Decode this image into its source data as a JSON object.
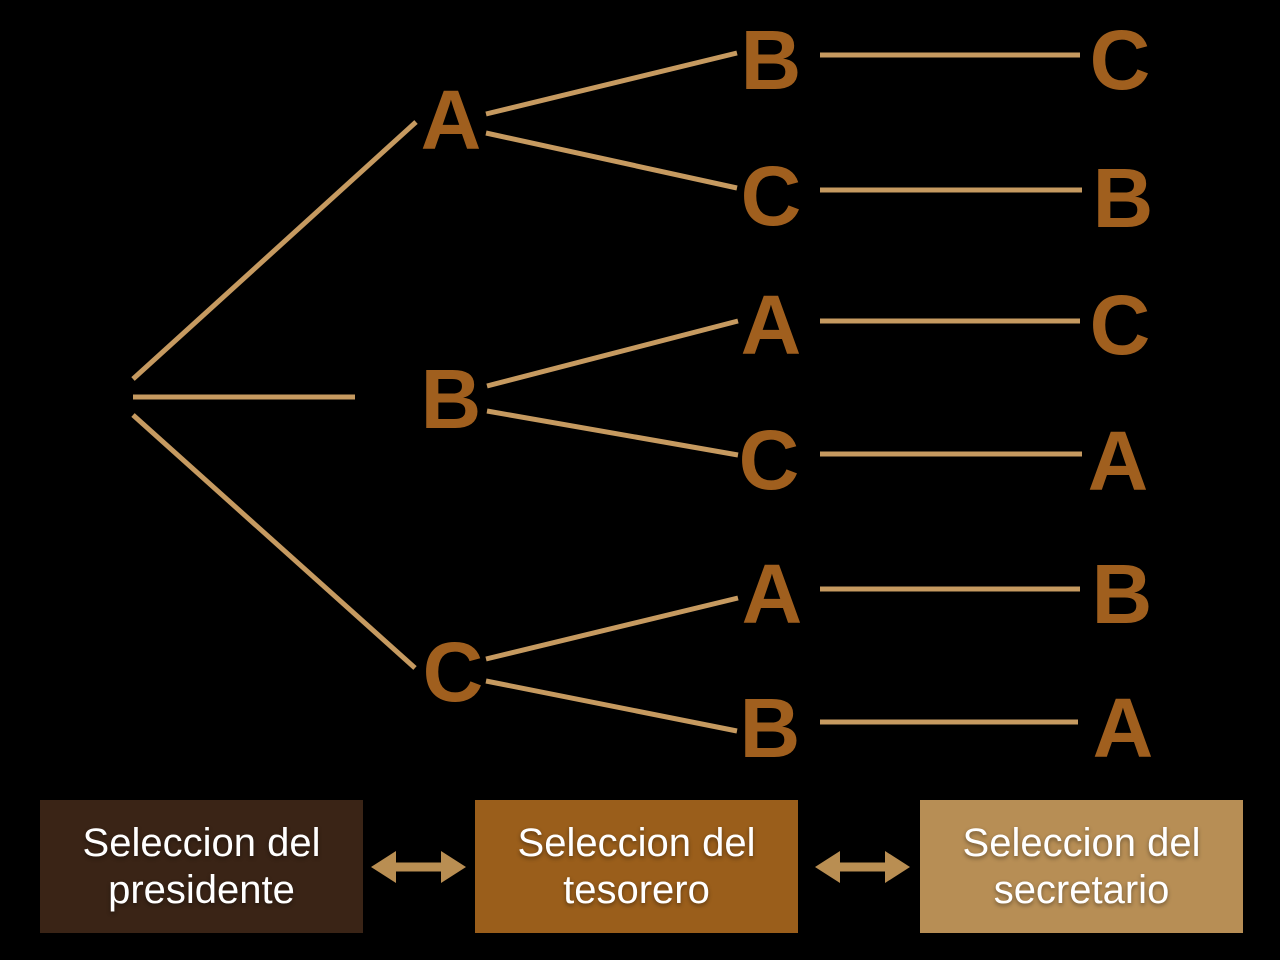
{
  "tree": {
    "level1": [
      {
        "label": "A"
      },
      {
        "label": "B"
      },
      {
        "label": "C"
      }
    ],
    "level2": [
      {
        "label": "B"
      },
      {
        "label": "C"
      },
      {
        "label": "A"
      },
      {
        "label": "C"
      },
      {
        "label": "A"
      },
      {
        "label": "B"
      }
    ],
    "level3": [
      {
        "label": "C"
      },
      {
        "label": "B"
      },
      {
        "label": "C"
      },
      {
        "label": "A"
      },
      {
        "label": "B"
      },
      {
        "label": "A"
      }
    ]
  },
  "stages": [
    {
      "line1": "Seleccion del",
      "line2": "presidente",
      "bg": "#3a2416"
    },
    {
      "line1": "Seleccion del",
      "line2": "tesorero",
      "bg": "#9a5e1b"
    },
    {
      "line1": "Seleccion del",
      "line2": "secretario",
      "bg": "#b78e55"
    }
  ],
  "colors": {
    "background": "#000000",
    "node_letter": "#a05f1e",
    "branch_line": "#c69a60",
    "arrow": "#b98e52",
    "stage_text": "#ffffff"
  }
}
